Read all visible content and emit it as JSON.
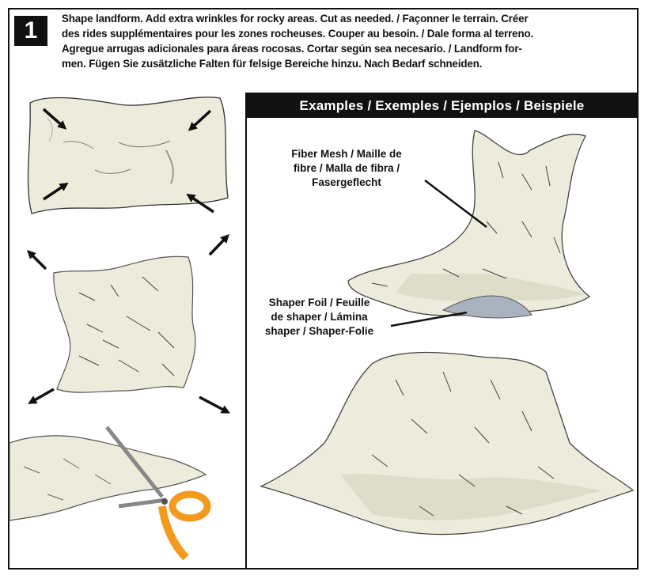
{
  "step": {
    "number": "1"
  },
  "instructions": {
    "line1": "Shape landform. Add extra wrinkles for rocky areas. Cut as needed. / Façonner le terrain. Créer",
    "line2": "des rides supplémentaires pour les zones rocheuses. Couper au besoin. / Dale forma al terreno.",
    "line3": "Agregue arrugas adicionales para áreas rocosas. Cortar según sea necesario. / Landform for-",
    "line4": "men. Fügen Sie zusätzliche Falten für felsige Bereiche hinzu. Nach Bedarf schneiden."
  },
  "examples": {
    "header": "Examples / Exemples / Ejemplos / Beispiele",
    "fiber_label": "Fiber Mesh / Maille de\nfibre / Malla de fibra /\nFasergeflecht",
    "shaper_label": "Shaper Foil / Feuille\nde shaper / Lámina\nshaper / Shaper-Folie"
  },
  "colors": {
    "mesh": "#ecebdc",
    "mesh_shade": "#d9dac6",
    "foil": "#a9b3c0",
    "scissors": "#f39a1e",
    "ink": "#111111"
  },
  "icons": [
    "arrow-icon",
    "scissors-icon",
    "wrinkle-strokes"
  ]
}
